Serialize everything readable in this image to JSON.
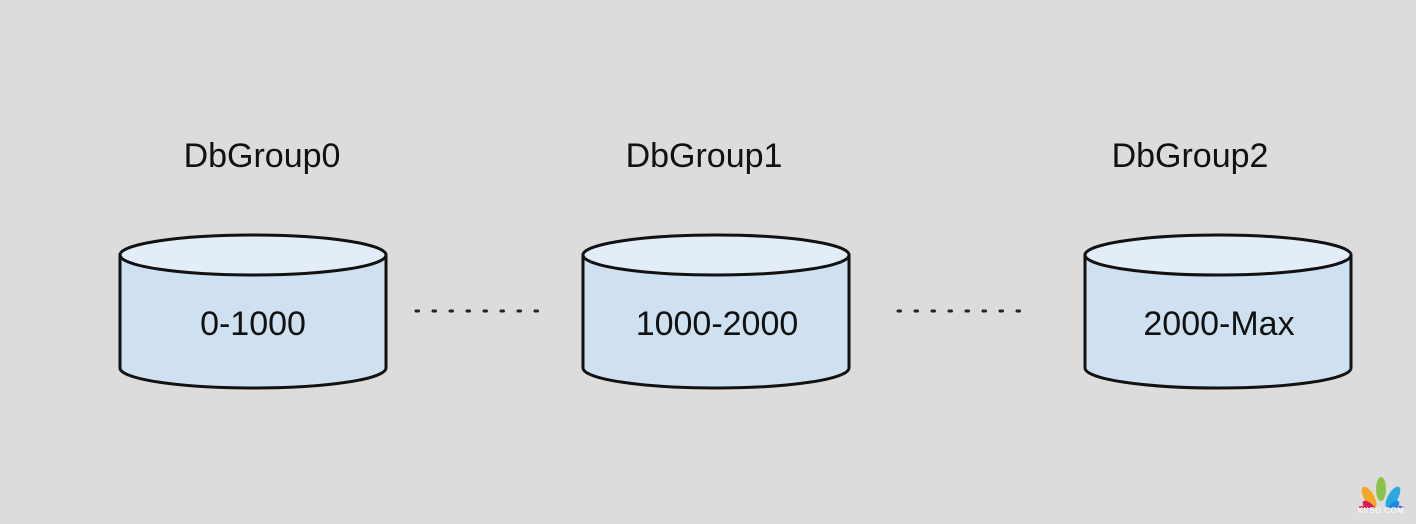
{
  "groups": [
    {
      "title": "DbGroup0",
      "range": "0-1000"
    },
    {
      "title": "DbGroup1",
      "range": "1000-2000"
    },
    {
      "title": "DbGroup2",
      "range": "2000-Max"
    }
  ],
  "connector_style": "dotted",
  "colors": {
    "background": "#dcdcdc",
    "cylinder_body": "#cfe0f0",
    "cylinder_top": "#e2edf8",
    "stroke": "#111111"
  },
  "watermark": {
    "text": "KKSU.COM",
    "icon": "peacock-logo"
  }
}
